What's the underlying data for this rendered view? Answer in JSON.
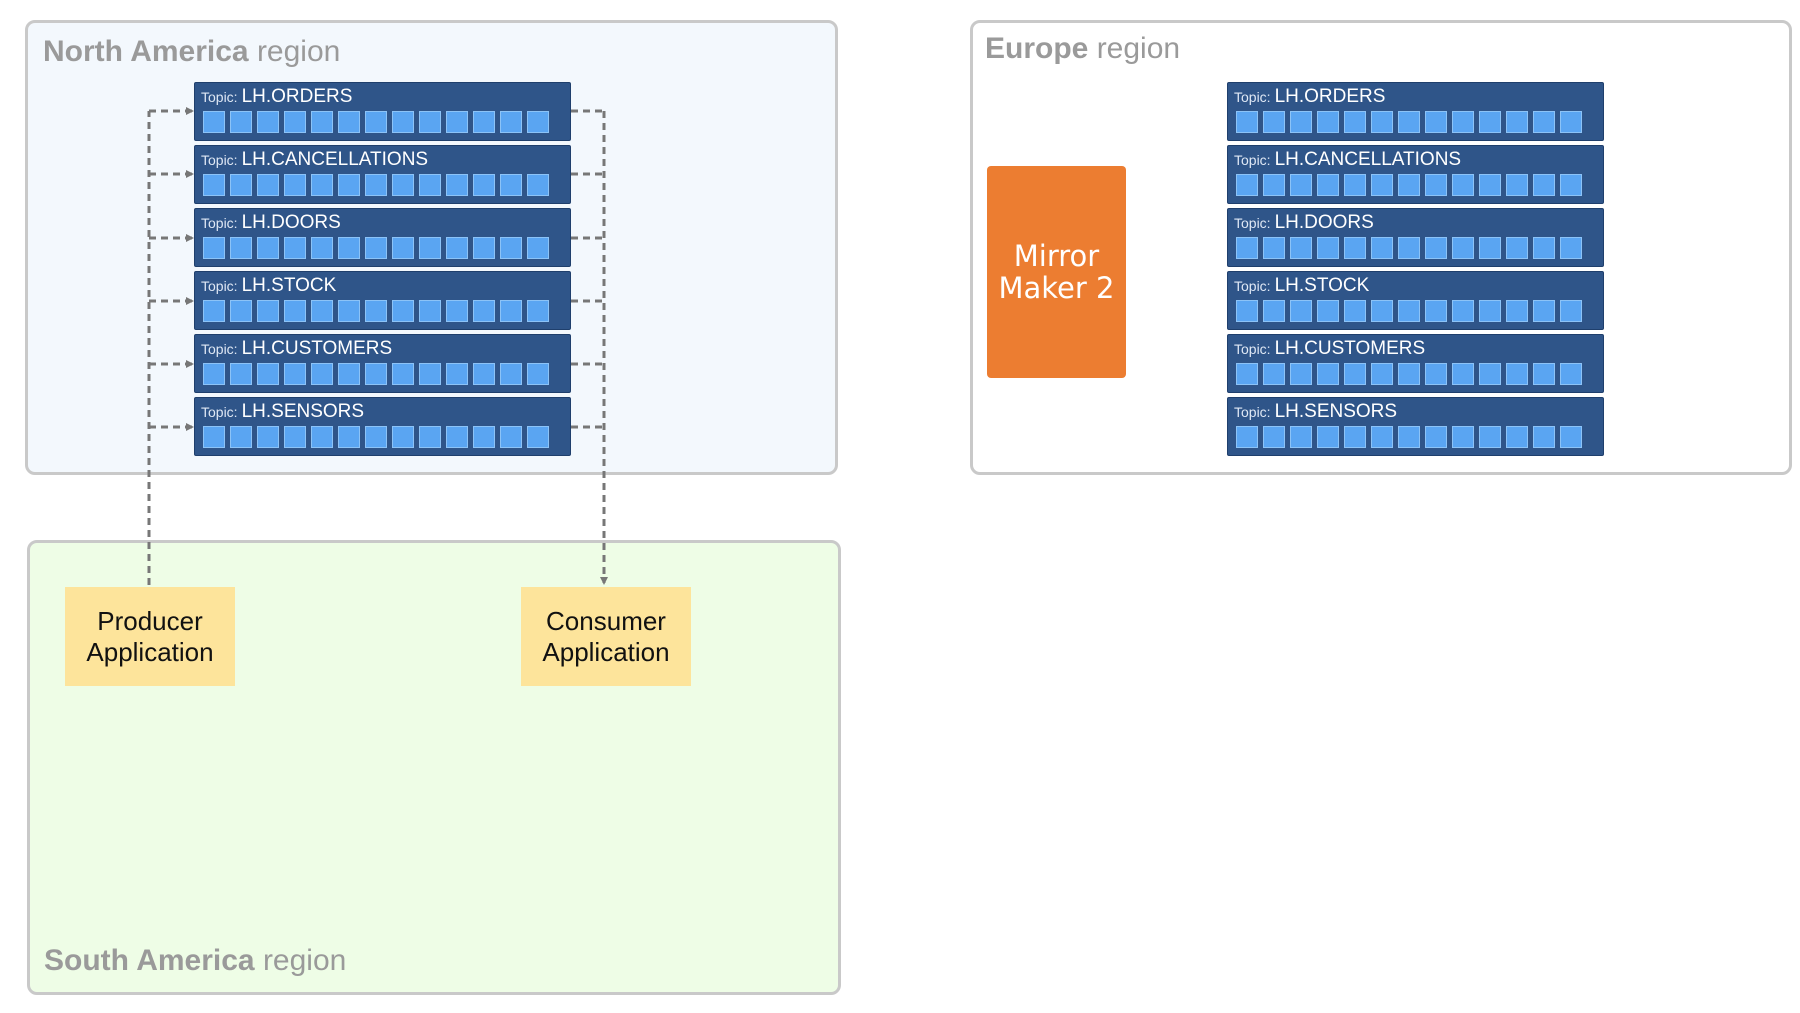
{
  "regions": {
    "north_america": {
      "name_bold": "North America",
      "name_suffix": " region"
    },
    "europe": {
      "name_bold": "Europe",
      "name_suffix": " region"
    },
    "south_america": {
      "name_bold": "South America",
      "name_suffix": " region"
    }
  },
  "topic_prefix": "Topic:",
  "north_america_topics": [
    "LH.ORDERS",
    "LH.CANCELLATIONS",
    "LH.DOORS",
    "LH.STOCK",
    "LH.CUSTOMERS",
    "LH.SENSORS"
  ],
  "europe_topics": [
    "LH.ORDERS",
    "LH.CANCELLATIONS",
    "LH.DOORS",
    "LH.STOCK",
    "LH.CUSTOMERS",
    "LH.SENSORS"
  ],
  "partitions_per_topic": 13,
  "mirror_maker": {
    "label": "Mirror Maker 2"
  },
  "producer": {
    "label": "Producer Application"
  },
  "consumer": {
    "label": "Consumer Application"
  },
  "colors": {
    "topic_background": "#2f5589",
    "partition": "#5aa5f2",
    "mirror_maker": "#ec7d31",
    "application": "#fde49b",
    "north_america_background": "#f3f8fd",
    "south_america_background": "#eefde6",
    "connector": "#777777"
  }
}
